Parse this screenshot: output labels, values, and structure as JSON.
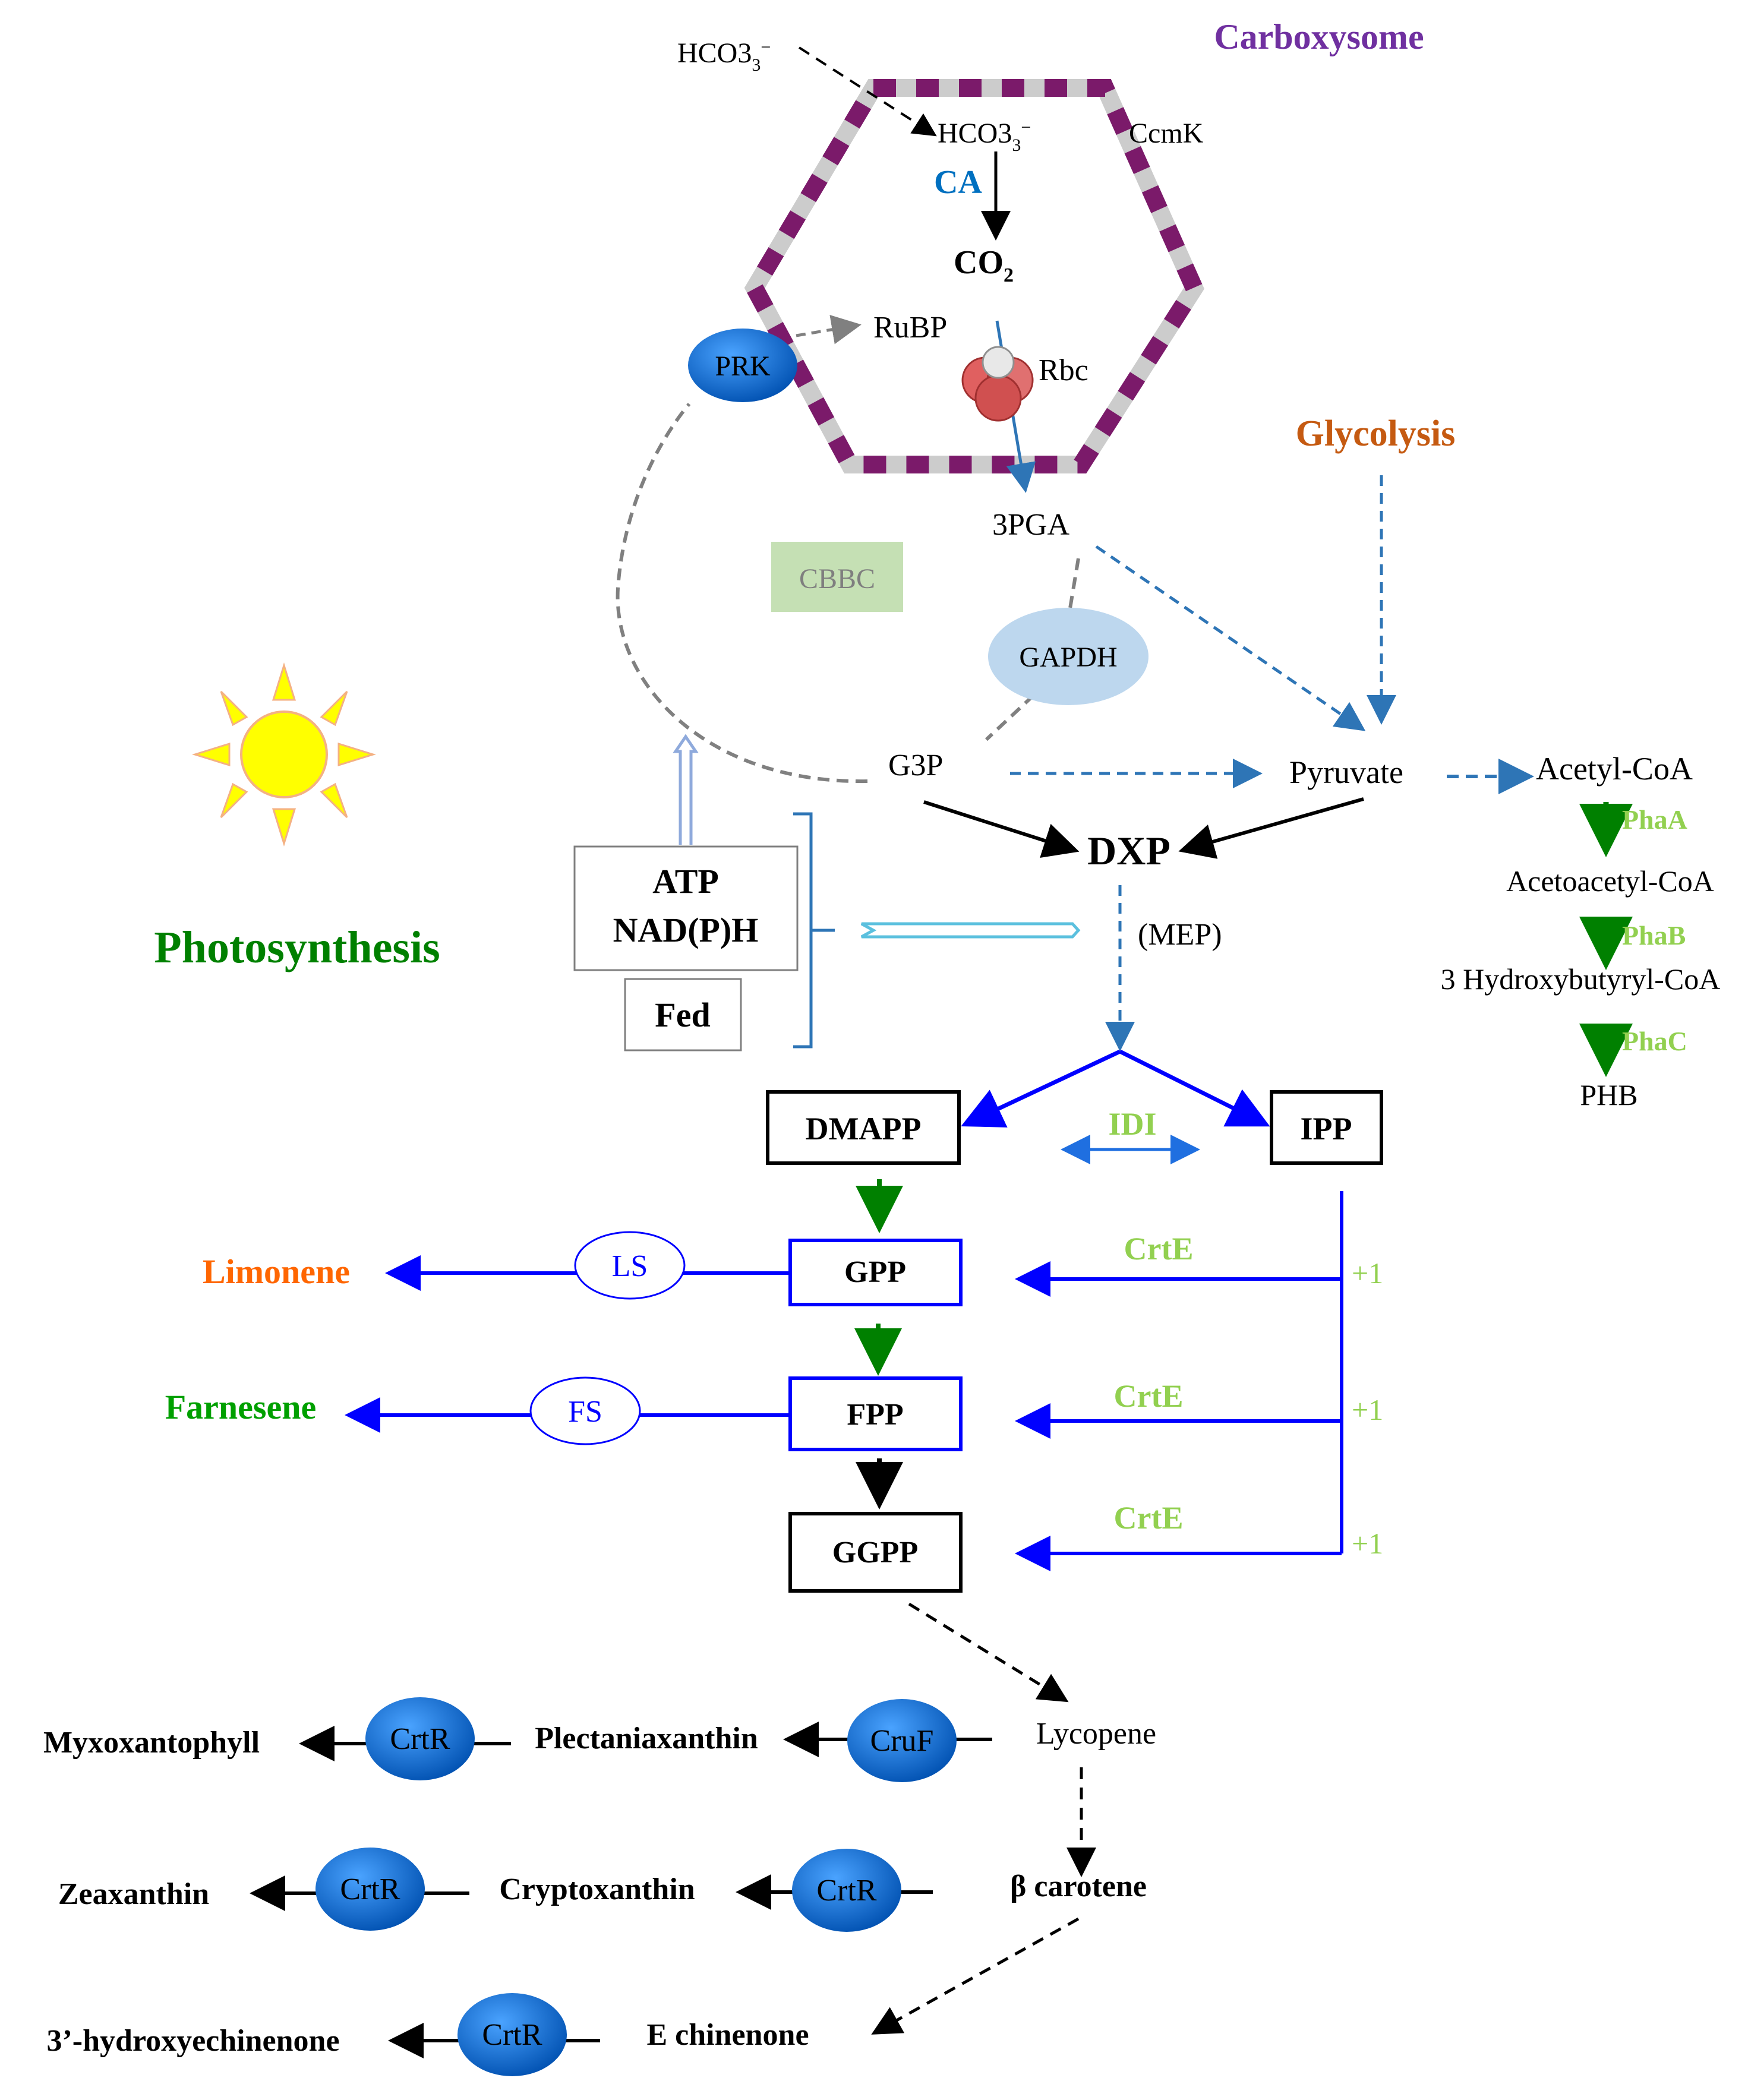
{
  "title": "Carboxysome",
  "labels": {
    "hco3_outside": "HCO3",
    "hco3_inside": "HCO3",
    "ccmk": "CcmK",
    "ca": "CA",
    "co2": "CO",
    "rubp": "RuBP",
    "rbc": "Rbc",
    "prk": "PRK",
    "pga": "3PGA",
    "cbbc": "CBBC",
    "gapdh": "GAPDH",
    "g3p": "G3P",
    "glycolysis": "Glycolysis",
    "pyruvate": "Pyruvate",
    "acetyl_coa": "Acetyl-CoA",
    "pha_a": "PhaA",
    "acetoacetyl_coa": "Acetoacetyl-CoA",
    "pha_b": "PhaB",
    "hydroxybutyryl_coa": "3 Hydroxybutyryl-CoA",
    "pha_c": "PhaC",
    "phb": "PHB",
    "photosynthesis": "Photosynthesis",
    "atp": "ATP",
    "nadph": "NAD(P)H",
    "fed": "Fed",
    "dxp": "DXP",
    "mep": "(MEP)",
    "dmapp": "DMAPP",
    "idi": "IDI",
    "ipp": "IPP",
    "gpp": "GPP",
    "fpp": "FPP",
    "ggpp": "GGPP",
    "ls": "LS",
    "fs": "FS",
    "limonene": "Limonene",
    "farnesene": "Farnesene",
    "crte1": "CrtE",
    "crte2": "CrtE",
    "crte3": "CrtE",
    "plus1_a": "+1",
    "plus1_b": "+1",
    "plus1_c": "+1",
    "lycopene": "Lycopene",
    "cruf": "CruF",
    "plectaniaxanthin": "Plectaniaxanthin",
    "crtr1": "CrtR",
    "myxoxantophyll": "Myxoxantophyll",
    "beta_carotene": "β carotene",
    "crtr2": "CrtR",
    "cryptoxanthin": "Cryptoxanthin",
    "crtr3": "CrtR",
    "zeaxanthin": "Zeaxanthin",
    "echinenone": "E chinenone",
    "crtr4": "CrtR",
    "hydroxyechinenone": "3’-hydroxyechinenone"
  },
  "colors": {
    "carboxysome": "#7030a0",
    "hexagon_dash": "#7b1a6a",
    "ca": "#0070c0",
    "glycolysis": "#c55a11",
    "photosynthesis": "#008000",
    "limonene": "#ff6600",
    "farnesene": "#00a000",
    "green_enzyme": "#92d050",
    "blue_line": "#0000ff",
    "dash_blue": "#2e75b6",
    "dark_green_arrow": "#008000",
    "enzyme_blue": "#0070c0",
    "cbbc_bg": "#c5e0b4",
    "gapdh_bg": "#bdd7ee",
    "sun": "#ffff00"
  }
}
